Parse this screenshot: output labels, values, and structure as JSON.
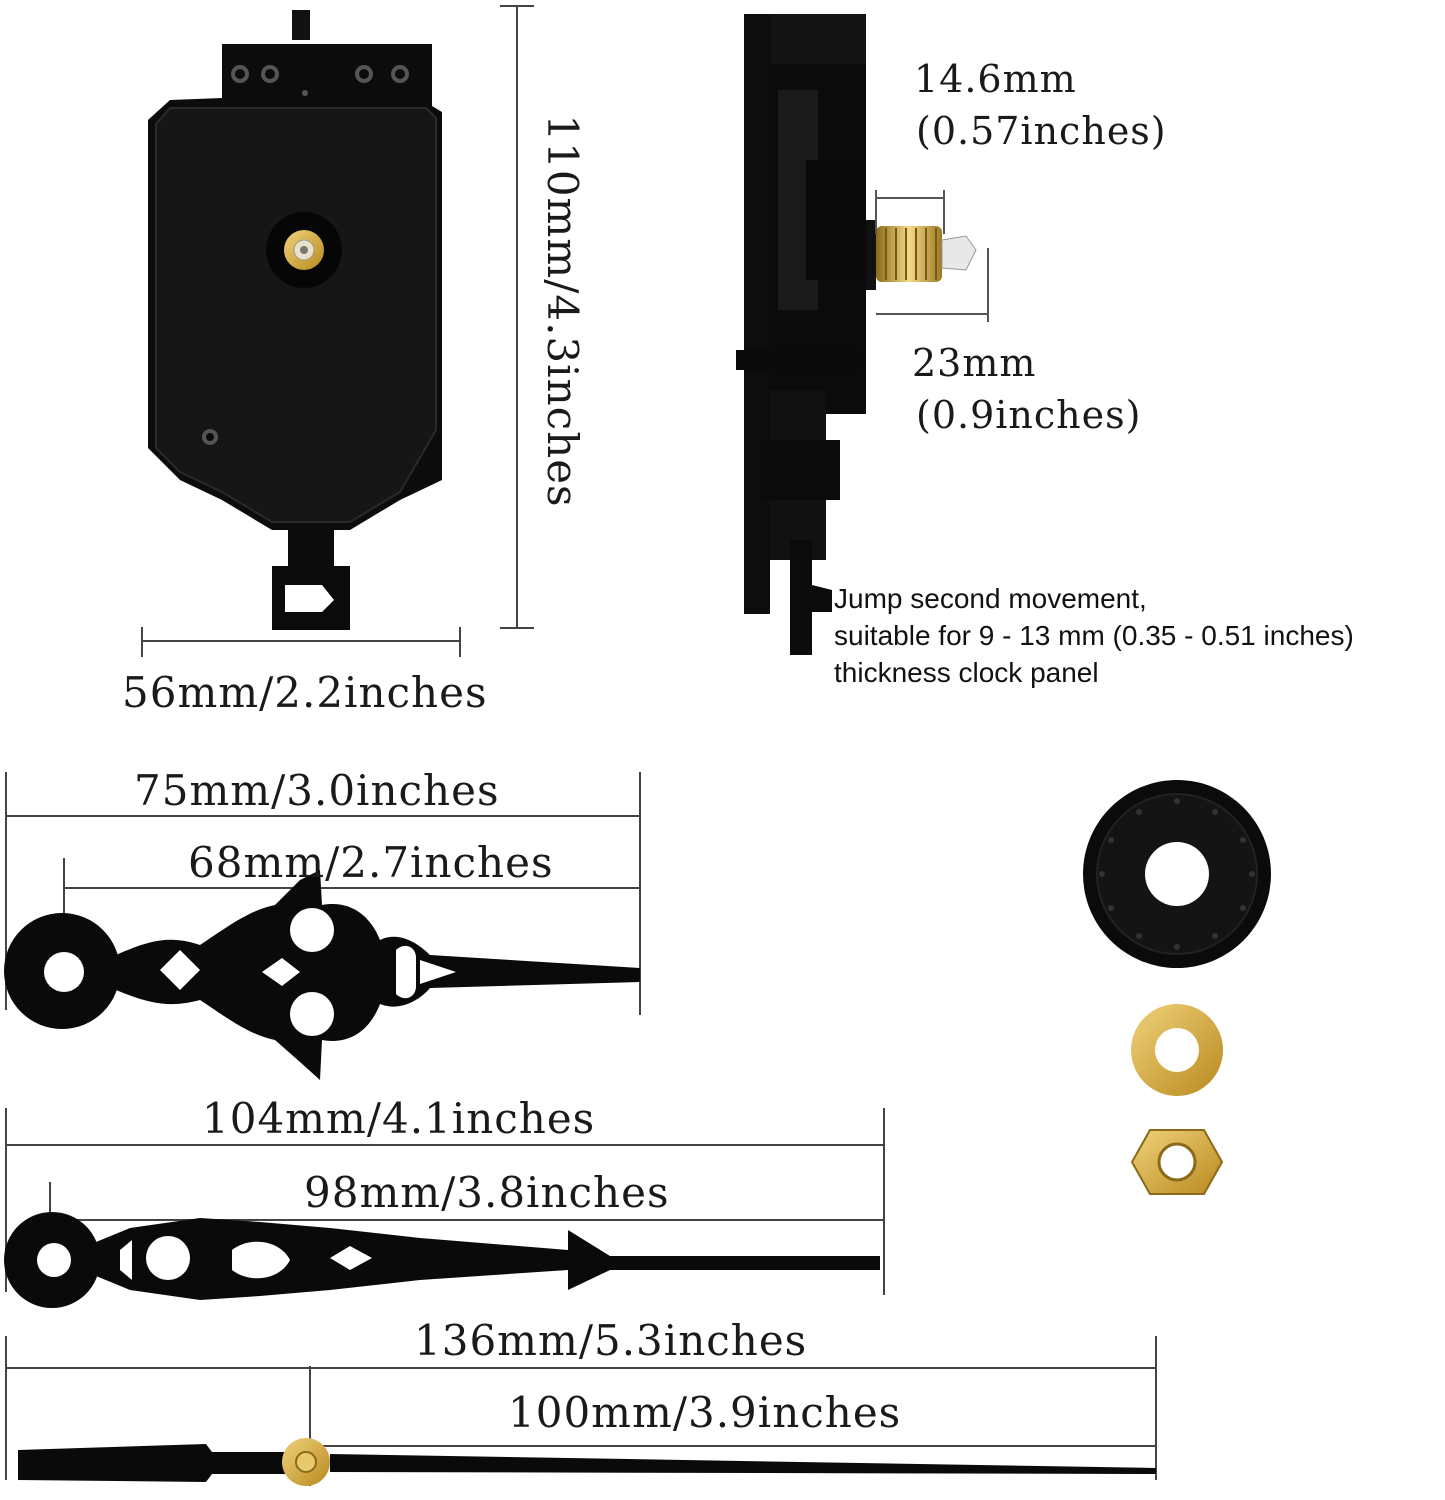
{
  "movement": {
    "height_label": "110mm/4.3inches",
    "width_label": "56mm/2.2inches",
    "shaft_total_label_mm": "14.6mm",
    "shaft_total_label_in": "(0.57inches)",
    "shaft_thread_label_mm": "23mm",
    "shaft_thread_label_in": "(0.9inches)",
    "description": [
      "Jump second movement,",
      "suitable for 9 - 13 mm (0.35 - 0.51 inches)",
      "thickness clock panel"
    ]
  },
  "hands": {
    "hour": {
      "total_label": "75mm/3.0inches",
      "center_label": "68mm/2.7inches"
    },
    "minute": {
      "total_label": "104mm/4.1inches",
      "center_label": "98mm/3.8inches"
    },
    "second": {
      "total_label": "136mm/5.3inches",
      "center_label": "100mm/3.9inches"
    }
  },
  "colors": {
    "part": "#0b0b0b",
    "brass": "#c9a23a",
    "line": "#444444"
  }
}
